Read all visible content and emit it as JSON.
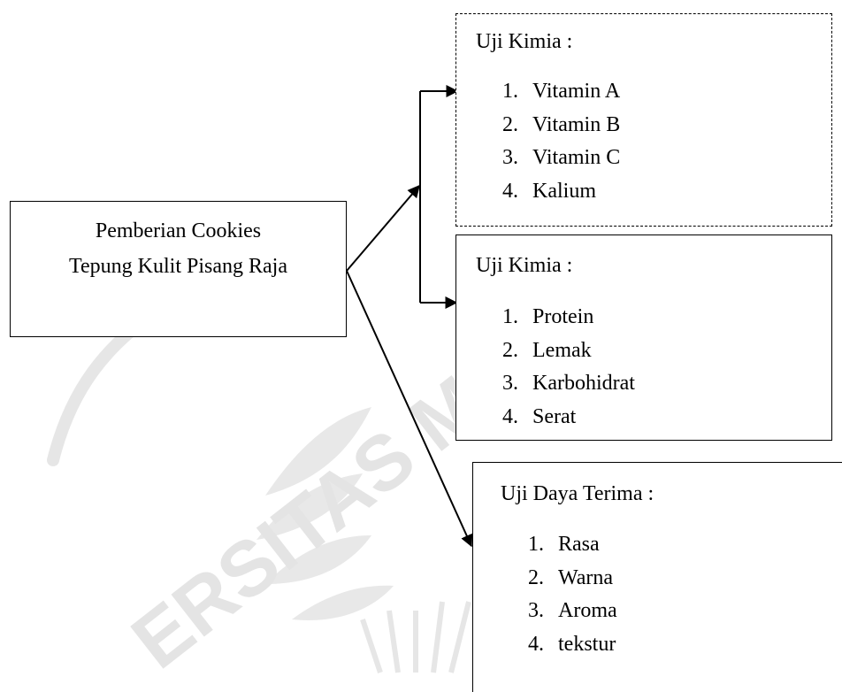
{
  "source": {
    "line1": "Pemberian Cookies",
    "line2": "Tepung Kulit Pisang Raja"
  },
  "box_vitamins": {
    "title": "Uji Kimia :",
    "items": [
      {
        "num": "1.",
        "label": "Vitamin A"
      },
      {
        "num": "2.",
        "label": "Vitamin B"
      },
      {
        "num": "3.",
        "label": "Vitamin C"
      },
      {
        "num": "4.",
        "label": "Kalium"
      }
    ]
  },
  "box_proximate": {
    "title": "Uji Kimia :",
    "items": [
      {
        "num": "1.",
        "label": "Protein"
      },
      {
        "num": "2.",
        "label": "Lemak"
      },
      {
        "num": "3.",
        "label": "Karbohidrat"
      },
      {
        "num": "4.",
        "label": "Serat"
      }
    ]
  },
  "box_acceptance": {
    "title": "Uji Daya Terima :",
    "items": [
      {
        "num": "1.",
        "label": "Rasa"
      },
      {
        "num": "2.",
        "label": "Warna"
      },
      {
        "num": "3.",
        "label": "Aroma"
      },
      {
        "num": "4.",
        "label": "tekstur"
      }
    ]
  },
  "watermark": {
    "text": "ERSITAS MU",
    "color": "#e6e6e6"
  }
}
